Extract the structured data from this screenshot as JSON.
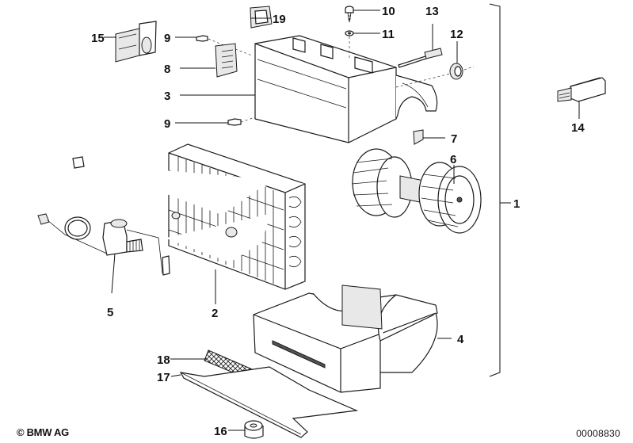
{
  "diagram": {
    "title": "Evaporator / blower housing exploded view",
    "callouts": [
      {
        "id": "1",
        "label": "1"
      },
      {
        "id": "2",
        "label": "2"
      },
      {
        "id": "3",
        "label": "3"
      },
      {
        "id": "4",
        "label": "4"
      },
      {
        "id": "5",
        "label": "5"
      },
      {
        "id": "6",
        "label": "6"
      },
      {
        "id": "7",
        "label": "7"
      },
      {
        "id": "8",
        "label": "8"
      },
      {
        "id": "9a",
        "label": "9"
      },
      {
        "id": "9b",
        "label": "9"
      },
      {
        "id": "10",
        "label": "10"
      },
      {
        "id": "11",
        "label": "11"
      },
      {
        "id": "12",
        "label": "12"
      },
      {
        "id": "13",
        "label": "13"
      },
      {
        "id": "14",
        "label": "14"
      },
      {
        "id": "15",
        "label": "15"
      },
      {
        "id": "16",
        "label": "16"
      },
      {
        "id": "17",
        "label": "17"
      },
      {
        "id": "18",
        "label": "18"
      },
      {
        "id": "19",
        "label": "19"
      }
    ]
  },
  "footer": {
    "copyright": "© BMW AG",
    "document_number": "00008830"
  }
}
